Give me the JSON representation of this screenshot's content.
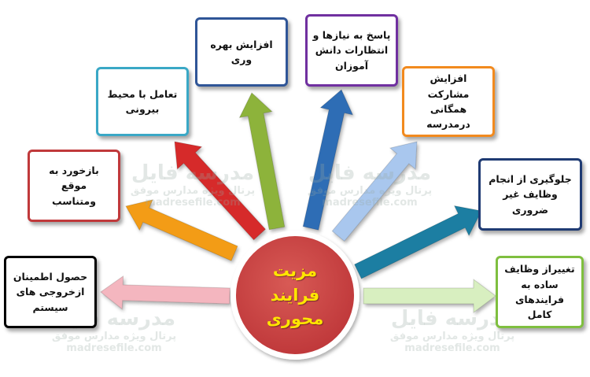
{
  "center": {
    "text": "مزیت\nفرایند\nمحوری",
    "fill": "#c0393b",
    "text_color": "#ffe600"
  },
  "benefits": [
    {
      "id": "b1",
      "text": "حصول اطمینان\nازخروجی های\nسیستم",
      "border": "#000000",
      "arrow": "#f4b6bf"
    },
    {
      "id": "b2",
      "text": "بازخورد به موقع\nومتناسب",
      "border": "#c0393b",
      "arrow": "#f39c12"
    },
    {
      "id": "b3",
      "text": "تعامل با محیط\nبیرونی",
      "border": "#3aa8c6",
      "arrow": "#d62a2a"
    },
    {
      "id": "b4",
      "text": "افزایش بهره وری",
      "border": "#2f5597",
      "arrow": "#8db33a"
    },
    {
      "id": "b5",
      "text": "پاسخ به نیازها و\nانتظارات دانش\nآموزان",
      "border": "#7030a0",
      "arrow": "#2f6db5"
    },
    {
      "id": "b6",
      "text": "افزایش مشارکت\nهمگانی\nدرمدرسه",
      "border": "#f28a1e",
      "arrow": "#a9c7ee"
    },
    {
      "id": "b7",
      "text": "جلوگیری از انجام\nوظایف غیر\nضروری",
      "border": "#1f3b73",
      "arrow": "#1a7ea2"
    },
    {
      "id": "b8",
      "text": "تغییراز وظایف\nساده به\nفرایندهای کامل",
      "border": "#7fbf3f",
      "arrow": "#d8efc0"
    }
  ],
  "watermark": {
    "title": "مدرسه فایل",
    "subtitle": "پرتال ویژه مدارس موفق",
    "url": "madresefile.com",
    "color": "#9bb5a8"
  }
}
